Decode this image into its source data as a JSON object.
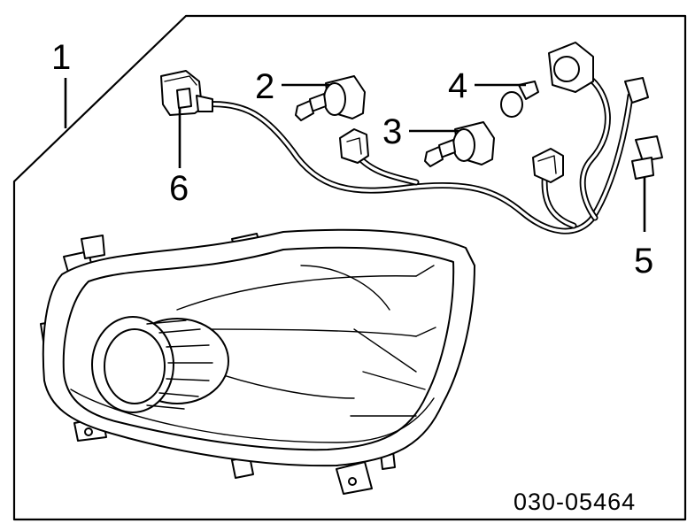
{
  "callouts": {
    "c1": "1",
    "c2": "2",
    "c3": "3",
    "c4": "4",
    "c5": "5",
    "c6": "6"
  },
  "diagram_code": "030-05464",
  "icons": [
    "headlamp-assembly",
    "bulb",
    "socket",
    "wiring-harness",
    "connector"
  ]
}
